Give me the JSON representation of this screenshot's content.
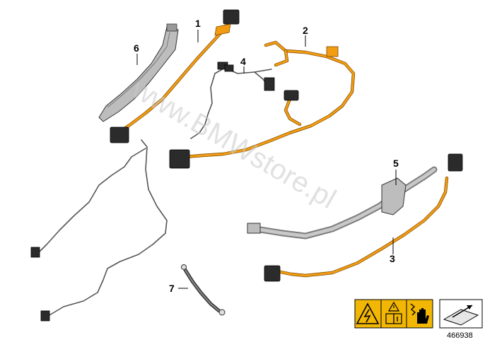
{
  "diagram": {
    "parts": [
      {
        "id": "part-1",
        "label": "1"
      },
      {
        "id": "part-2",
        "label": "2"
      },
      {
        "id": "part-3",
        "label": "3"
      },
      {
        "id": "part-4",
        "label": "4"
      },
      {
        "id": "part-5",
        "label": "5"
      },
      {
        "id": "part-6",
        "label": "6"
      },
      {
        "id": "part-7",
        "label": "7"
      }
    ],
    "watermark": "www.BMWstore.pl",
    "reference_number": "466938",
    "colors": {
      "harness": "#f39c12",
      "cable": "#555555",
      "warning": "#f2b705"
    },
    "icons": [
      "high-voltage-warning-icon",
      "read-manual-icon",
      "electric-hand-icon",
      "arrow-icon"
    ]
  }
}
